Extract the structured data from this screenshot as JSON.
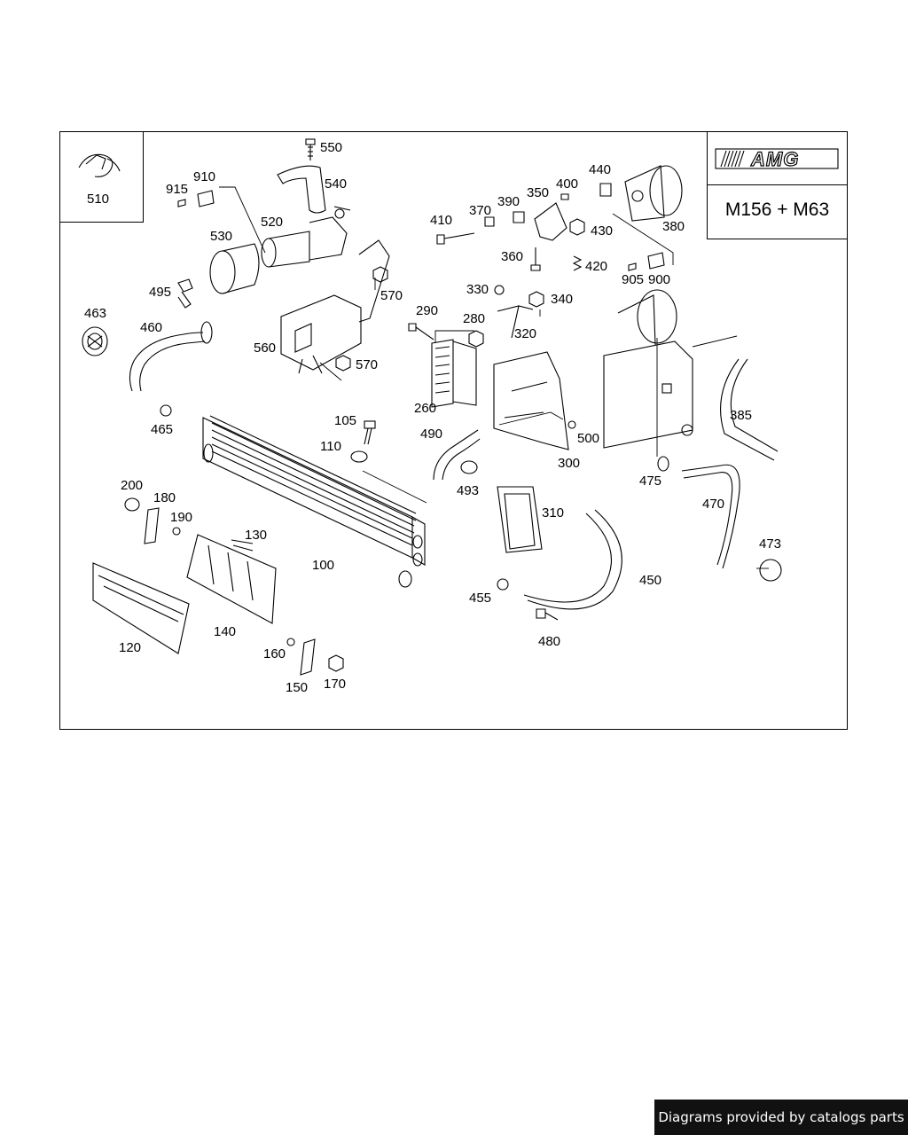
{
  "brand_logo": "AMG",
  "engine_label": "M156 + M63",
  "footer": "Diagrams provided by catalogs parts",
  "parts": {
    "p100": "100",
    "p105": "105",
    "p110": "110",
    "p120": "120",
    "p130": "130",
    "p140": "140",
    "p150": "150",
    "p160": "160",
    "p170": "170",
    "p180": "180",
    "p190": "190",
    "p200": "200",
    "p260": "260",
    "p280": "280",
    "p290": "290",
    "p300": "300",
    "p310": "310",
    "p320": "320",
    "p330": "330",
    "p340": "340",
    "p350": "350",
    "p360": "360",
    "p370": "370",
    "p380": "380",
    "p385": "385",
    "p390": "390",
    "p400": "400",
    "p410": "410",
    "p420": "420",
    "p430": "430",
    "p440": "440",
    "p450": "450",
    "p455": "455",
    "p460": "460",
    "p463": "463",
    "p465": "465",
    "p470": "470",
    "p473": "473",
    "p475": "475",
    "p480": "480",
    "p490": "490",
    "p493": "493",
    "p495": "495",
    "p500": "500",
    "p510": "510",
    "p520": "520",
    "p530": "530",
    "p540": "540",
    "p550": "550",
    "p560": "560",
    "p570a": "570",
    "p570b": "570",
    "p900": "900",
    "p905": "905",
    "p910": "910",
    "p915": "915"
  }
}
